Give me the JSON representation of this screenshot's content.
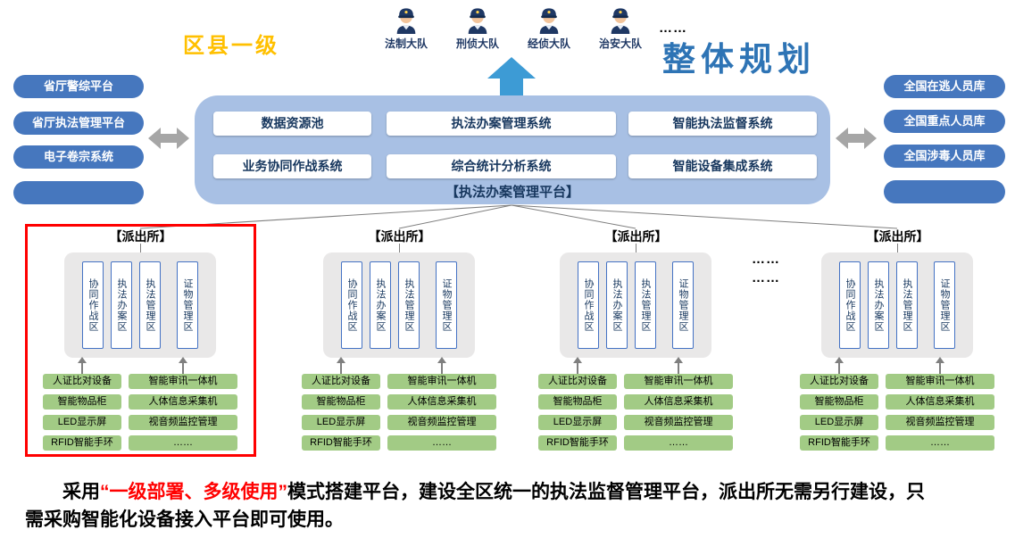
{
  "header": {
    "level_label": "区县一级",
    "title": "整体规划",
    "departments": [
      {
        "label": "法制大队"
      },
      {
        "label": "刑侦大队"
      },
      {
        "label": "经侦大队"
      },
      {
        "label": "治安大队"
      }
    ],
    "departments_ellipsis": "……"
  },
  "left_systems": {
    "items": [
      {
        "label": "省厅警综平台"
      },
      {
        "label": "省厅执法管理平台"
      },
      {
        "label": "电子卷宗系统"
      },
      {
        "label": ""
      }
    ]
  },
  "right_systems": {
    "items": [
      {
        "label": "全国在逃人员库"
      },
      {
        "label": "全国重点人员库"
      },
      {
        "label": "全国涉毒人员库"
      },
      {
        "label": ""
      }
    ]
  },
  "platform": {
    "label": "【执法办案管理平台】",
    "modules_row1": [
      {
        "label": "数据资源池"
      },
      {
        "label": "执法办案管理系统"
      },
      {
        "label": "智能执法监督系统"
      }
    ],
    "modules_row2": [
      {
        "label": "业务协同作战系统"
      },
      {
        "label": "综合统计分析系统"
      },
      {
        "label": "智能设备集成系统"
      }
    ]
  },
  "station": {
    "title": "【派出所】",
    "zones": [
      {
        "label": "协同作战区"
      },
      {
        "label": "执法办案区"
      },
      {
        "label": "执法管理区"
      },
      {
        "label": "证物管理区"
      }
    ],
    "devices_left": [
      {
        "label": "人证比对设备"
      },
      {
        "label": "智能物品柜"
      },
      {
        "label": "LED显示屏"
      },
      {
        "label": "RFID智能手环"
      }
    ],
    "devices_right": [
      {
        "label": "智能审讯一体机"
      },
      {
        "label": "人体信息采集机"
      },
      {
        "label": "视音频监控管理"
      },
      {
        "label": "……"
      }
    ]
  },
  "stations_meta": {
    "count": 4,
    "highlighted_index": 0,
    "ellipsis_line1": "……",
    "ellipsis_line2": "……"
  },
  "footer": {
    "prefix": "采用",
    "highlight": "“一级部署、多级使用”",
    "suffix_line1": "模式搭建平台，建设全区统一的执法监督管理平台，派出所无需另行建设，只",
    "suffix_line2": "需采购智能化设备接入平台即可使用。"
  },
  "colors": {
    "accent_blue": "#4677BE",
    "platform_blue": "#A8C0E4",
    "title_blue": "#2E74B5",
    "highlight_orange": "#FFC000",
    "device_green": "#A2CB85",
    "alert_red": "#FF0000",
    "navy_text": "#17375E",
    "arrow_gray": "#A6A6A6"
  }
}
